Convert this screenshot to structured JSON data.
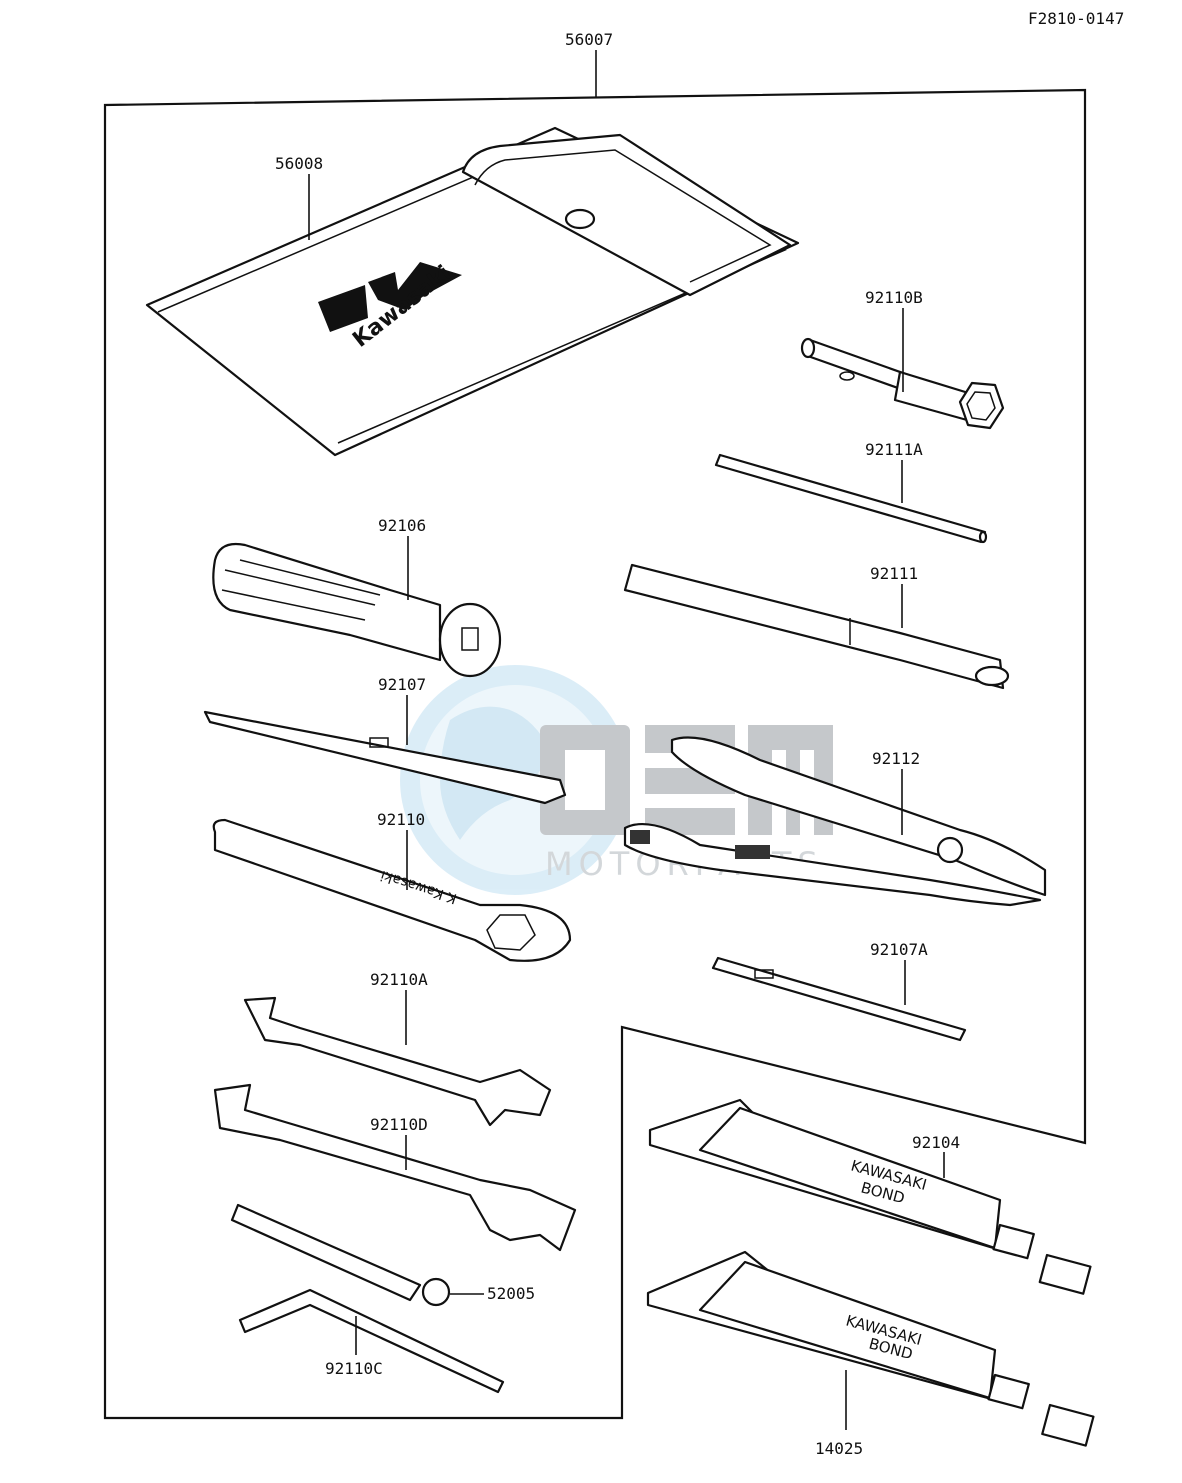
{
  "figure_code": "F2810-0147",
  "watermark": {
    "brand": "OEM",
    "subtitle": "MOTORPARTS"
  },
  "pouch_logo": "Kawasaki",
  "spanner_marking": "K  Kawasaki",
  "tube_labels": {
    "tube1_line1": "KAWASAKI",
    "tube1_line2": "BOND",
    "tube2_line1": "KAWASAKI",
    "tube2_line2": "BOND"
  },
  "parts": {
    "p56007": "56007",
    "p56008": "56008",
    "p92110B": "92110B",
    "p92111A": "92111A",
    "p92106": "92106",
    "p92111": "92111",
    "p92107": "92107",
    "p92112": "92112",
    "p92110": "92110",
    "p92107A": "92107A",
    "p92110A": "92110A",
    "p92104": "92104",
    "p92110D": "92110D",
    "p52005": "52005",
    "p92110C": "92110C",
    "p14025": "14025"
  },
  "colors": {
    "ink": "#111111",
    "watermark_gray": "#bfc3c6",
    "watermark_blue": "#d8ecf7"
  }
}
